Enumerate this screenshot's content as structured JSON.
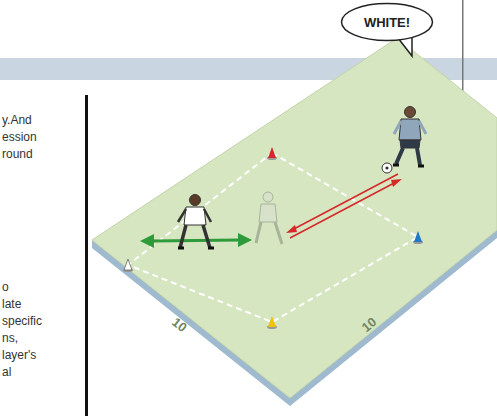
{
  "diagram": {
    "nodes": [
      {
        "text": [
          "WHITE!"
        ]
      }
    ],
    "labels": [
      "y.And",
      "ession",
      "round",
      "o",
      "late",
      "specific",
      "ns,",
      "layer's",
      "al",
      "10",
      "10"
    ]
  }
}
